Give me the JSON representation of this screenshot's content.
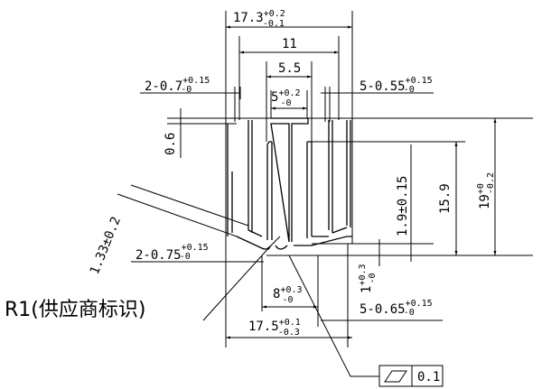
{
  "drawing": {
    "dims": {
      "overall_top": {
        "value": "17.3",
        "upper": "+0.2",
        "lower": "-0.1"
      },
      "pitch_11": {
        "value": "11"
      },
      "pitch_5_5": {
        "value": "5.5"
      },
      "center_5": {
        "value": "5",
        "upper": "+0.2",
        "lower": "-0"
      },
      "fin_0_7": {
        "value": "2-0.7",
        "upper": "+0.15",
        "lower": "-0"
      },
      "fin_0_55": {
        "value": "5-0.55",
        "upper": "+0.15",
        "lower": "-0"
      },
      "base_0_6": {
        "value": "0.6"
      },
      "fin_1_9": {
        "value": "1.9±0.15"
      },
      "height_15_9": {
        "value": "15.9"
      },
      "height_19": {
        "value": "19",
        "upper": "+0",
        "lower": "-0.2"
      },
      "slant_1_33": {
        "value": "1.33±0.2"
      },
      "fin_0_75": {
        "value": "2-0.75",
        "upper": "+0.15",
        "lower": "-0"
      },
      "bottom_8": {
        "value": "8",
        "upper": "+0.3",
        "lower": "-0"
      },
      "foot_1": {
        "value": "1",
        "upper": "+0.3",
        "lower": "-0"
      },
      "fin_0_65": {
        "value": "5-0.65",
        "upper": "+0.15",
        "lower": "-0"
      },
      "overall_bottom": {
        "value": "17.5",
        "upper": "+0.1",
        "lower": "-0.3"
      }
    },
    "note_r1": "R1(供应商标识)",
    "flatness": {
      "symbol": "flatness-icon",
      "tolerance": "0.1"
    }
  }
}
